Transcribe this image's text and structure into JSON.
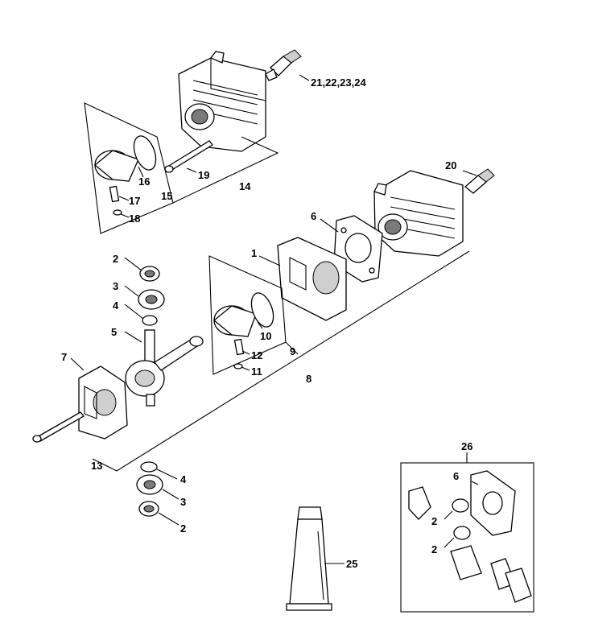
{
  "callouts": {
    "c1": "1",
    "c2a": "2",
    "c2b": "2",
    "c2c": "2",
    "c2d": "2",
    "c3a": "3",
    "c3b": "3",
    "c4a": "4",
    "c4b": "4",
    "c5": "5",
    "c6a": "6",
    "c6b": "6",
    "c7": "7",
    "c8": "8",
    "c9": "9",
    "c10": "10",
    "c11": "11",
    "c12": "12",
    "c13": "13",
    "c14": "14",
    "c15": "15",
    "c16": "16",
    "c17": "17",
    "c18": "18",
    "c19": "19",
    "c20": "20",
    "c21": "21,22,23,24",
    "c25": "25",
    "c26": "26"
  }
}
